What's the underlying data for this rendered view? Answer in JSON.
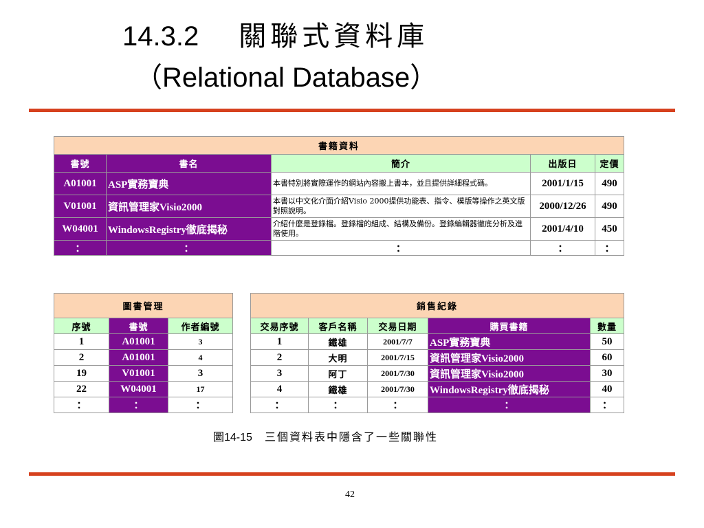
{
  "title": {
    "number": "14.3.2",
    "chinese": "關聯式資料庫",
    "english": "（Relational Database）"
  },
  "books": {
    "title": "書籍資料",
    "headers": [
      "書號",
      "書名",
      "簡介",
      "出版日",
      "定價"
    ],
    "rows": [
      {
        "id": "A01001",
        "name": "ASP實務寶典",
        "desc": "本書特別將實際運作的網站內容搬上書本，並且提供詳細程式碼。",
        "date": "2001/1/15",
        "price": "490"
      },
      {
        "id": "V01001",
        "name": "資訊管理家Visio2000",
        "desc": "本書以中文化介面介紹Visio 2000提供功能表、指令、模版等操作之英文版對照說明。",
        "date": "2000/12/26",
        "price": "490"
      },
      {
        "id": "W04001",
        "name": "WindowsRegistry徹底揭秘",
        "desc": "介紹什麼是登錄檔。登錄檔的組成、結構及備份。登錄編輯器徹底分析及進階使用。",
        "date": "2001/4/10",
        "price": "450"
      }
    ],
    "ellipsis": "："
  },
  "library": {
    "title": "圖書管理",
    "headers": [
      "序號",
      "書號",
      "作者編號"
    ],
    "rows": [
      {
        "seq": "1",
        "id": "A01001",
        "author": "3"
      },
      {
        "seq": "2",
        "id": "A01001",
        "author": "4"
      },
      {
        "seq": "19",
        "id": "V01001",
        "author": "3"
      },
      {
        "seq": "22",
        "id": "W04001",
        "author": "17"
      }
    ]
  },
  "sales": {
    "title": "銷售紀錄",
    "headers": [
      "交易序號",
      "客戶名稱",
      "交易日期",
      "購買書籍",
      "數量"
    ],
    "rows": [
      {
        "seq": "1",
        "customer": "鐵雄",
        "date": "2001/7/7",
        "book": "ASP實務寶典",
        "qty": "50"
      },
      {
        "seq": "2",
        "customer": "大明",
        "date": "2001/7/15",
        "book": "資訊管理家Visio2000",
        "qty": "60"
      },
      {
        "seq": "3",
        "customer": "阿丁",
        "date": "2001/7/30",
        "book": "資訊管理家Visio2000",
        "qty": "30"
      },
      {
        "seq": "4",
        "customer": "鐵雄",
        "date": "2001/7/30",
        "book": "WindowsRegistry徹底揭秘",
        "qty": "40"
      }
    ]
  },
  "caption": {
    "figure": "圖14-15",
    "text": "三個資料表中隱含了一些關聯性"
  },
  "page_number": "42",
  "colors": {
    "accent_rule": "#d6411e",
    "header_peach": "#fcd5b4",
    "purple": "#7b0d91",
    "green": "#ccffcc"
  }
}
